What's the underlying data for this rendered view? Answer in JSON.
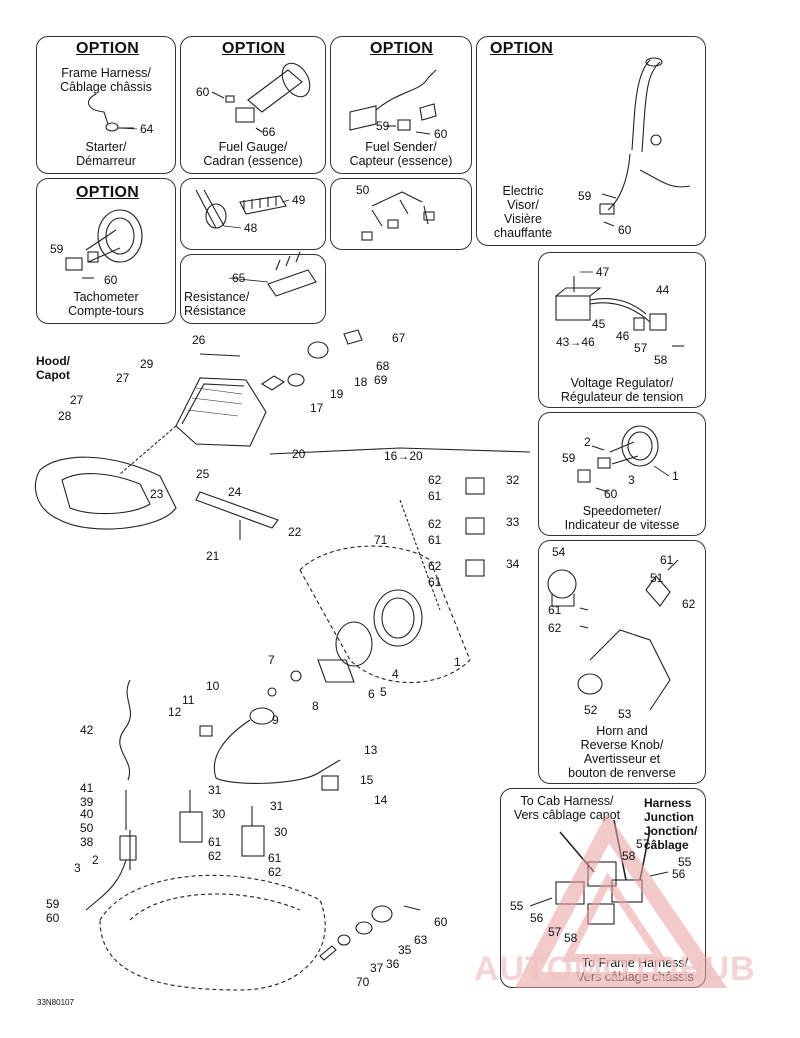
{
  "panels": {
    "starter": {
      "option": "OPTION",
      "top": "Frame Harness/\nCâblage châssis",
      "bottom": "Starter/\nDémarreur",
      "parts": [
        "64"
      ]
    },
    "fuel_gauge": {
      "option": "OPTION",
      "bottom": "Fuel Gauge/\nCadran (essence)",
      "parts": [
        "60",
        "66"
      ]
    },
    "fuel_sender": {
      "option": "OPTION",
      "bottom": "Fuel Sender/\nCapteur (essence)",
      "parts": [
        "59",
        "60"
      ]
    },
    "visor": {
      "option": "OPTION",
      "label": "Electric\nVisor/\nVisière\nchauffante",
      "parts": [
        "59",
        "60"
      ]
    },
    "tachometer": {
      "option": "OPTION",
      "bottom": "Tachometer\nCompte-tours",
      "parts": [
        "59",
        "60"
      ]
    },
    "ties": {
      "parts": [
        "49",
        "48"
      ]
    },
    "connectors": {
      "parts": [
        "50"
      ]
    },
    "resistance": {
      "bottom": "Resistance/\nRésistance",
      "parts": [
        "65"
      ]
    },
    "regulator": {
      "bottom": "Voltage Regulator/\nRégulateur de tension",
      "parts": [
        "47",
        "44",
        "45",
        "46",
        "43→46",
        "57",
        "58"
      ]
    },
    "speedometer": {
      "bottom": "Speedometer/\nIndicateur de vitesse",
      "parts": [
        "2",
        "59",
        "3",
        "1",
        "60"
      ]
    },
    "horn": {
      "bottom": "Horn and\nReverse Knob/\nAvertisseur et\nbouton de renverse",
      "parts": [
        "54",
        "61",
        "51",
        "62",
        "61",
        "62",
        "52",
        "53"
      ]
    },
    "junction": {
      "to_cab": "To Cab Harness/\nVers câblage capot",
      "harness_junction": "Harness\nJunction\nJonction/\ncâblage",
      "to_frame": "To Frame Harness/\nVers câblage châssis",
      "parts": [
        "57",
        "58",
        "55",
        "56",
        "55",
        "56",
        "57",
        "58"
      ]
    }
  },
  "main": {
    "hood_label": "Hood/\nCapot",
    "callouts": [
      "26",
      "29",
      "27",
      "28",
      "27",
      "20",
      "18",
      "19",
      "17",
      "67",
      "68",
      "69",
      "16→20",
      "25",
      "24",
      "23",
      "22",
      "21",
      "62",
      "61",
      "32",
      "62",
      "61",
      "33",
      "62",
      "61",
      "34",
      "71",
      "1",
      "4",
      "5",
      "6",
      "7",
      "8",
      "9",
      "10",
      "11",
      "12",
      "13",
      "15",
      "14",
      "42",
      "41",
      "39",
      "40",
      "50",
      "38",
      "31",
      "30",
      "61",
      "62",
      "31",
      "30",
      "61",
      "62",
      "2",
      "3",
      "59",
      "60",
      "60",
      "63",
      "35",
      "36",
      "37",
      "70"
    ]
  },
  "drawing_code": "33N80107",
  "watermark": "AUTOMOTOHUB",
  "colors": {
    "line": "#222222",
    "watermark": "#f0c4c4",
    "watermark_triangle": "#e8a0a0"
  }
}
